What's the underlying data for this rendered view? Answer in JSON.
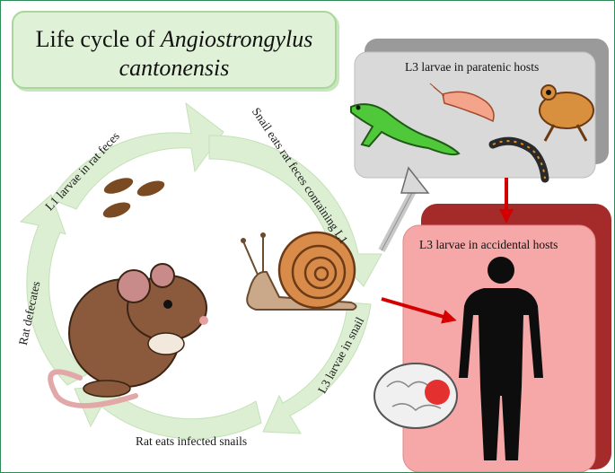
{
  "title": {
    "line1": "Life cycle of",
    "line2": "Angiostrongylus",
    "line3": "cantonensis"
  },
  "cycle_labels": {
    "l1_in_feces": "L1 larvae in rat feces",
    "snail_eats": "Snail eats rat feces containing L1",
    "l3_in_snail": "L3 larvae in snail",
    "rat_eats": "Rat eats infected snails",
    "rat_defecates": "Rat defecates"
  },
  "paratenic": {
    "label": "L3 larvae in paratenic hosts",
    "hosts": [
      "lizard-icon",
      "shrimp-icon",
      "frog-icon",
      "centipede-icon"
    ]
  },
  "accidental": {
    "label": "L3 larvae in accidental hosts",
    "hosts": [
      "human-silhouette",
      "brain-icon"
    ]
  },
  "colors": {
    "cycle_green": "#dcefd3",
    "paratenic_gray": "#d9d9d9",
    "accidental_red": "#f6a7a7",
    "accidental_dark": "#a52a2a",
    "arrow_red": "#d40000",
    "arrow_gray": "#c8c8c8"
  }
}
